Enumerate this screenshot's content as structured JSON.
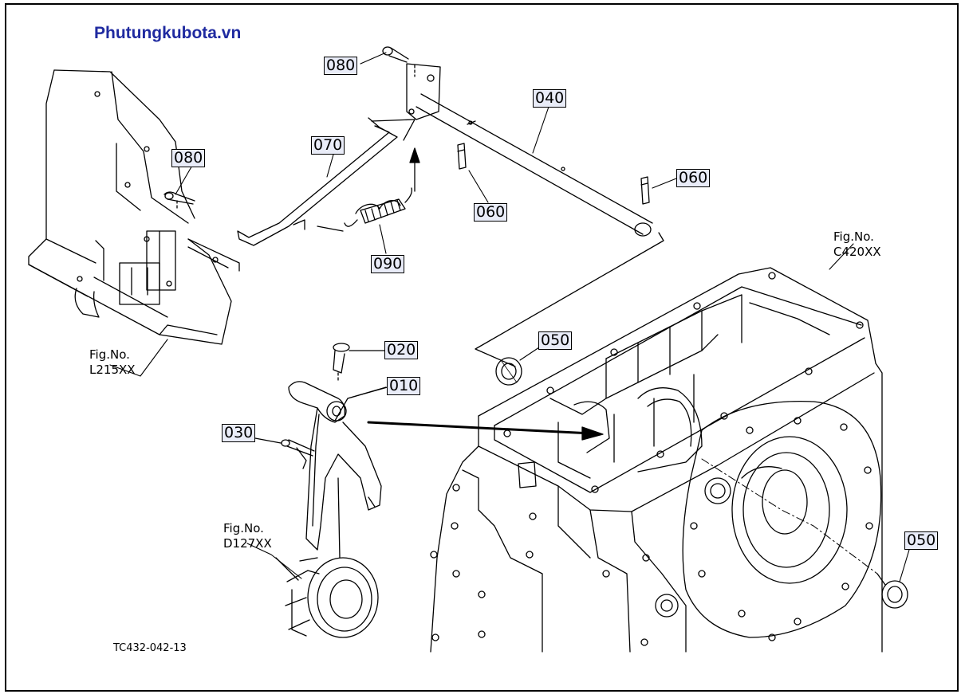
{
  "brand": "Phutungkubota.vn",
  "drawing_number": "TC432-042-13",
  "callouts": {
    "c080a": "080",
    "c080b": "080",
    "c040": "040",
    "c070": "070",
    "c060a": "060",
    "c060b": "060",
    "c090": "090",
    "c050a": "050",
    "c050b": "050",
    "c020": "020",
    "c010": "010",
    "c030": "030"
  },
  "fig_refs": {
    "l215": {
      "label": "Fig.No.",
      "code": "L215XX"
    },
    "c420": {
      "label": "Fig.No.",
      "code": "C420XX"
    },
    "d127": {
      "label": "Fig.No.",
      "code": "D127XX"
    }
  },
  "colors": {
    "brand": "#1f2aa0",
    "callout_bg": "#e9ecf8",
    "line": "#000000"
  }
}
